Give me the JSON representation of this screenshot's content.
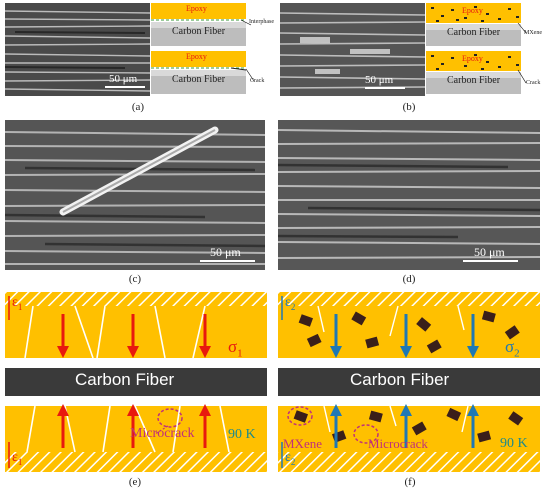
{
  "panels": {
    "a": {
      "label": "(a)",
      "scale": "50 μm",
      "schematic": {
        "epoxy": "Epoxy",
        "fiber": "Carbon Fiber",
        "interphase": "Interphase",
        "crack": "Crack"
      }
    },
    "b": {
      "label": "(b)",
      "scale": "50 μm",
      "schematic": {
        "epoxy": "Epoxy",
        "fiber": "Carbon Fiber",
        "mxene": "MXene",
        "crack": "Crack"
      }
    },
    "c": {
      "label": "(c)",
      "scale": "50 μm"
    },
    "d": {
      "label": "(d)",
      "scale": "50 μm"
    },
    "e": {
      "label": "(e)",
      "strain": "ε",
      "strain_sub": "1",
      "stress": "σ",
      "stress_sub": "1",
      "fiber": "Carbon Fiber",
      "microcrack": "Microcrack",
      "temperature": "90 K"
    },
    "f": {
      "label": "(f)",
      "strain": "ε",
      "strain_sub": "2",
      "stress": "σ",
      "stress_sub": "2",
      "fiber": "Carbon Fiber",
      "mxene": "MXene",
      "microcrack": "Microcrack",
      "temperature": "90 K"
    }
  },
  "colors": {
    "epoxy": "#ffc000",
    "fiber_dark": "#3a3a3a",
    "arrow_red": "#e8190e",
    "arrow_blue": "#1f78b4",
    "mxene": "#3a1f1a",
    "microcrack_outline": "#c0307a",
    "temperature_text": "#1f8a8a"
  }
}
